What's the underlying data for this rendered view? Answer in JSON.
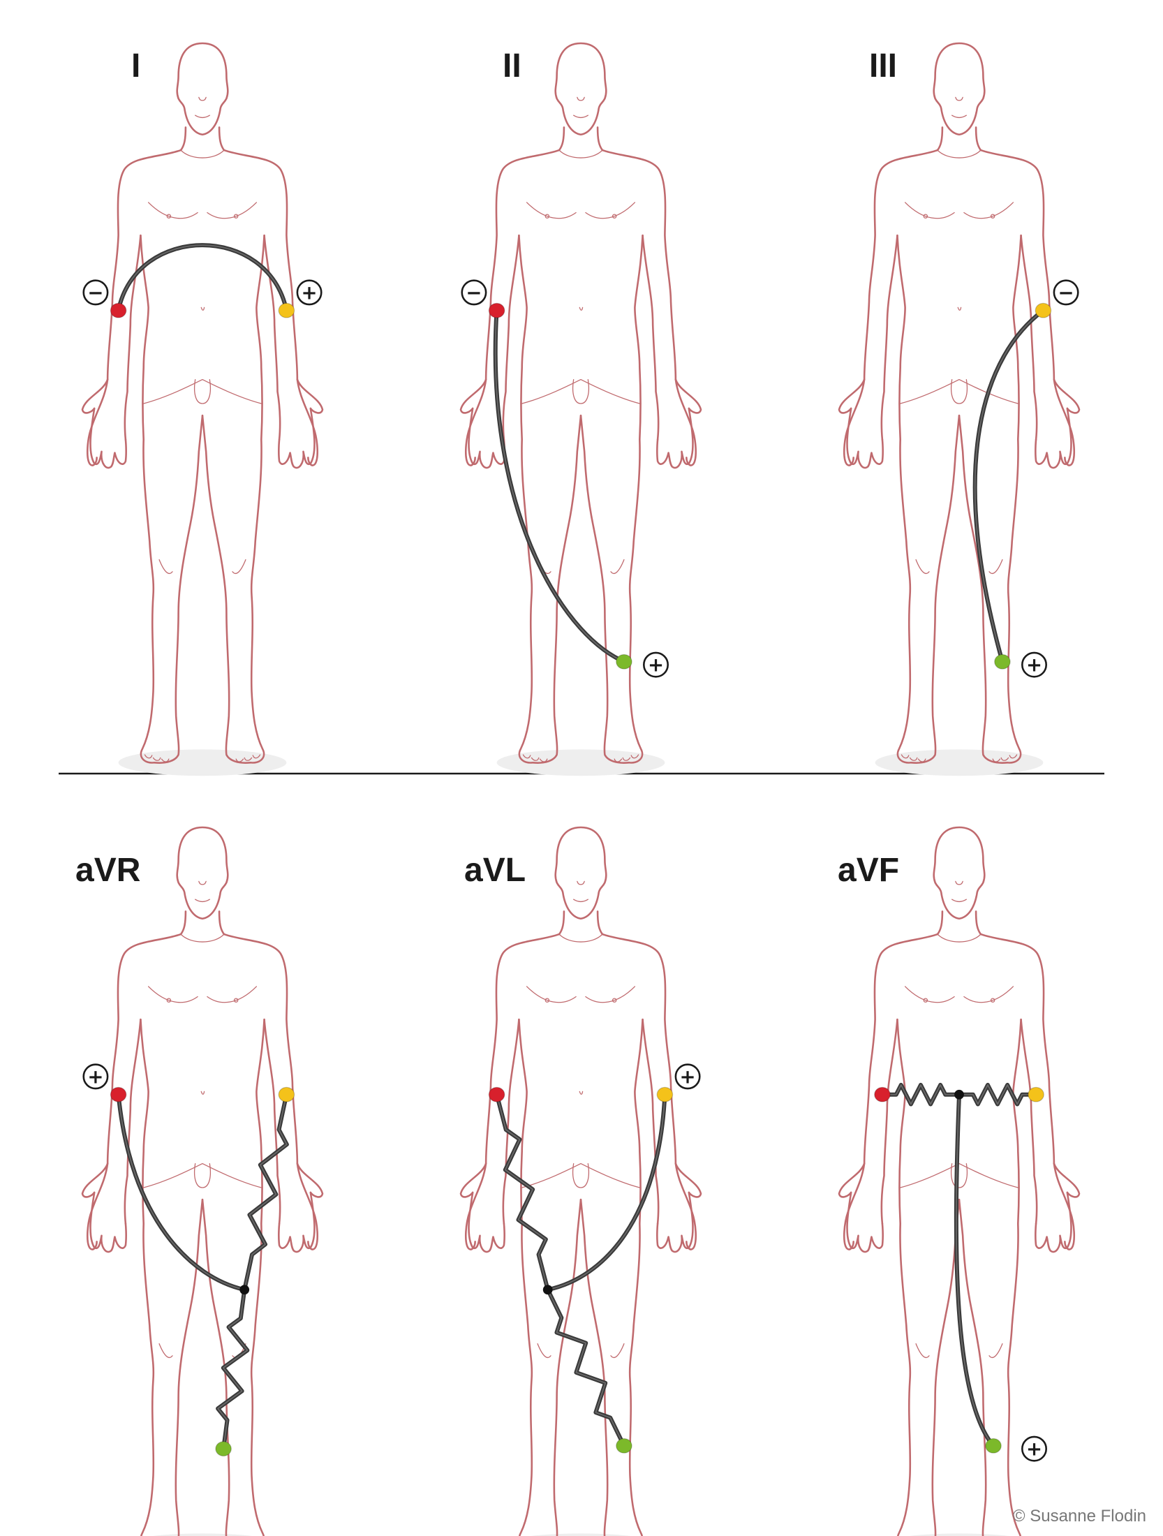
{
  "colors": {
    "body_outline": "#c06a6e",
    "cable": "#3a3a3a",
    "right_arm_electrode": "#d8202c",
    "left_arm_electrode": "#f4c21a",
    "left_leg_electrode": "#7cb92a"
  },
  "leads": [
    {
      "id": "I",
      "label": "I"
    },
    {
      "id": "II",
      "label": "II"
    },
    {
      "id": "III",
      "label": "III"
    },
    {
      "id": "aVR",
      "label": "aVR"
    },
    {
      "id": "aVL",
      "label": "aVL"
    },
    {
      "id": "aVF",
      "label": "aVF"
    }
  ],
  "signs": {
    "positive": "+",
    "negative": "−"
  },
  "credit": "© Susanne Flodin"
}
